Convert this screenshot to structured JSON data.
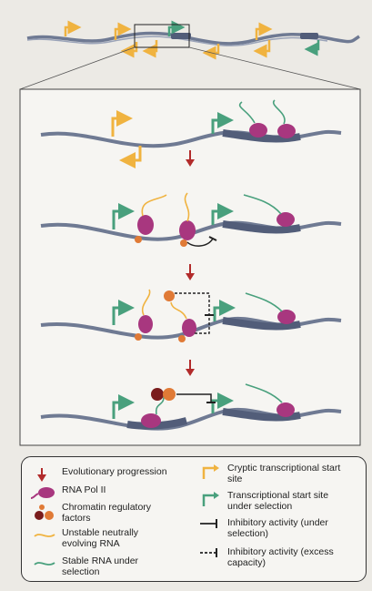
{
  "colors": {
    "background": "#eceae5",
    "panel": "#f6f5f2",
    "dna": "#6f7a93",
    "dna_dark": "#525d79",
    "cryptic_tss": "#f0b340",
    "selected_tss": "#49a07d",
    "pol2": "#a8377f",
    "pol2_light": "#c65b9f",
    "chromatin_dark": "#7a1c1c",
    "chromatin_orange": "#e07a36",
    "progression_arrow": "#b22b2b",
    "unstable_rna": "#f0b340",
    "stable_rna": "#49a07d",
    "inhibition": "#222222"
  },
  "legend": {
    "items": [
      {
        "id": "progression",
        "label": "Evolutionary progression",
        "icon": "red-down-arrow-icon"
      },
      {
        "id": "pol2",
        "label": "RNA Pol II",
        "icon": "pol2-icon"
      },
      {
        "id": "chromatin",
        "label": "Chromatin regulatory factors",
        "icon": "chromatin-factors-icon"
      },
      {
        "id": "unstable_rna",
        "label": "Unstable neutrally evolving RNA",
        "icon": "unstable-rna-icon"
      },
      {
        "id": "stable_rna",
        "label": "Stable RNA under selection",
        "icon": "stable-rna-icon"
      },
      {
        "id": "cryptic_tss",
        "label": "Cryptic transcriptional start site",
        "icon": "cryptic-tss-icon"
      },
      {
        "id": "selected_tss",
        "label": "Transcriptional start site under selection",
        "icon": "selected-tss-icon"
      },
      {
        "id": "inhibitory_selection",
        "label": "Inhibitory activity (under selection)",
        "icon": "inhibition-solid-icon"
      },
      {
        "id": "inhibitory_excess",
        "label": "Inhibitory activity (excess capacity)",
        "icon": "inhibition-dashed-icon"
      }
    ]
  }
}
